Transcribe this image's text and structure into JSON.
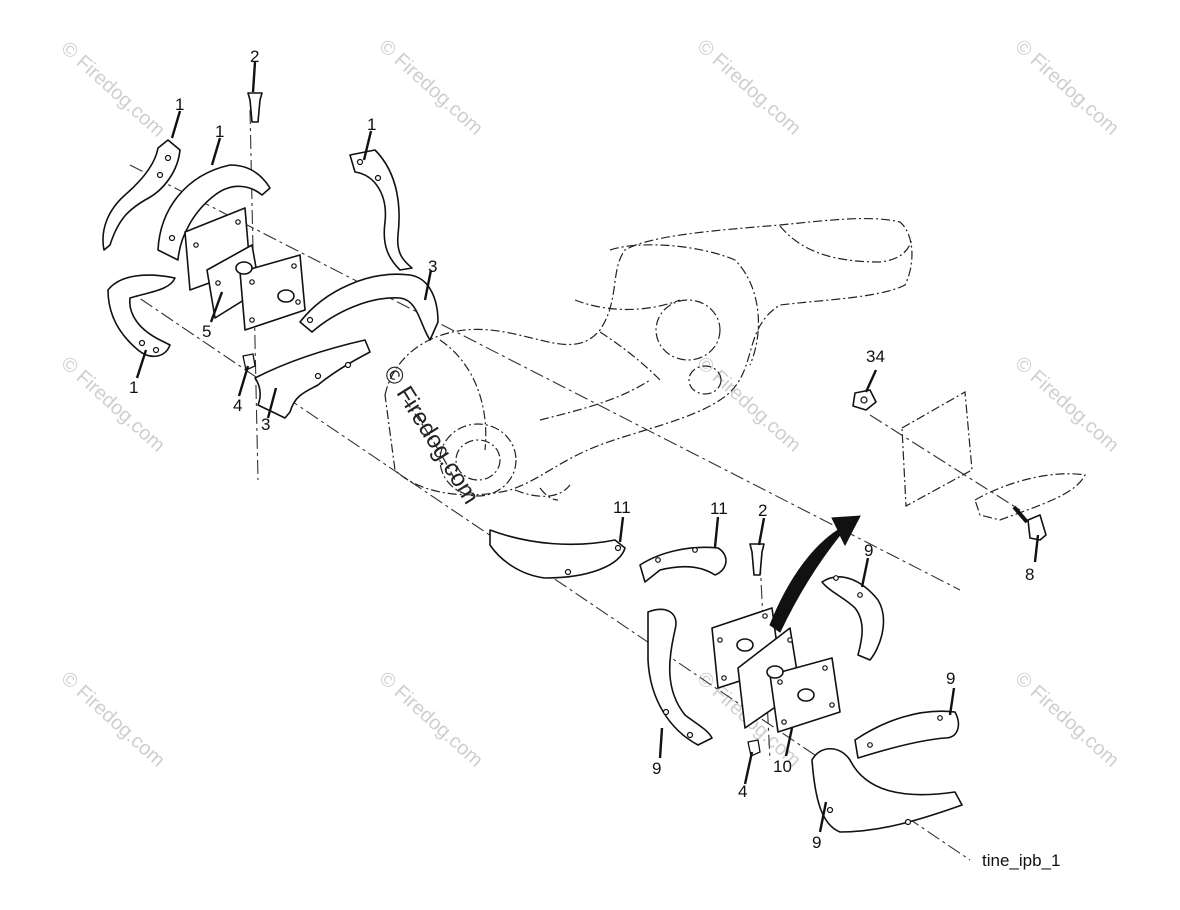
{
  "watermark": {
    "text": "© Firedog.com",
    "color": "#cfcfcf"
  },
  "diagram_id": "tine_ipb_1",
  "callouts": {
    "c1a": "1",
    "c1b": "1",
    "c1c": "1",
    "c1d": "1",
    "c2a": "2",
    "c2b": "2",
    "c3a": "3",
    "c3b": "3",
    "c4a": "4",
    "c4b": "4",
    "c5": "5",
    "c8": "8",
    "c9a": "9",
    "c9b": "9",
    "c9c": "9",
    "c9d": "9",
    "c10": "10",
    "c11a": "11",
    "c11b": "11",
    "c34": "34"
  }
}
